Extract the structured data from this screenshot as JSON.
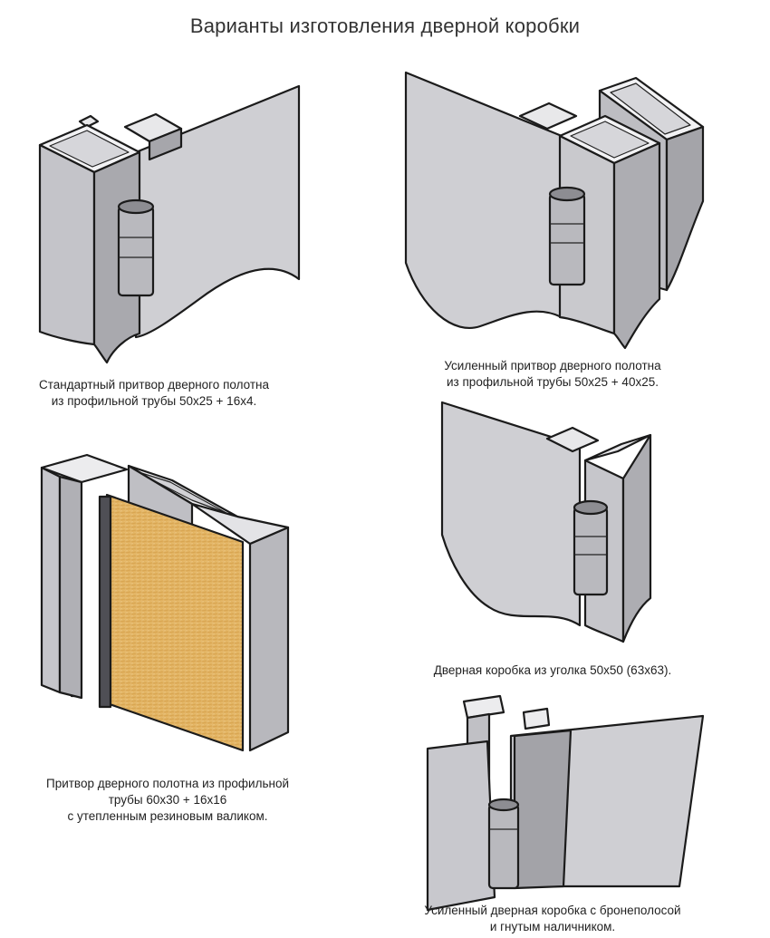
{
  "title": "Варианты изготовления дверной коробки",
  "colors": {
    "metal_light": "#cdcdd1",
    "metal_mid": "#b5b5ba",
    "metal_dark": "#9a9aa0",
    "outline": "#1b1b1b",
    "wood": "#e6b866",
    "seal": "#5a5a5a"
  },
  "figures": [
    {
      "caption_lines": [
        "Стандартный притвор дверного полотна",
        "из профильной трубы 50х25 + 16х4."
      ]
    },
    {
      "caption_lines": [
        "Усиленный притвор дверного полотна",
        "из профильной трубы 50x25 + 40x25."
      ]
    },
    {
      "caption_lines": [
        "Притвор дверного полотна из профильной",
        "трубы 60x30 + 16x16",
        "с утепленным резиновым валиком."
      ]
    },
    {
      "caption_lines": [
        "Дверная коробка из уголка 50x50 (63x63)."
      ]
    },
    {
      "caption_lines": [
        "Усиленный дверная коробка с бронеполосой",
        "и гнутым наличником."
      ]
    }
  ]
}
